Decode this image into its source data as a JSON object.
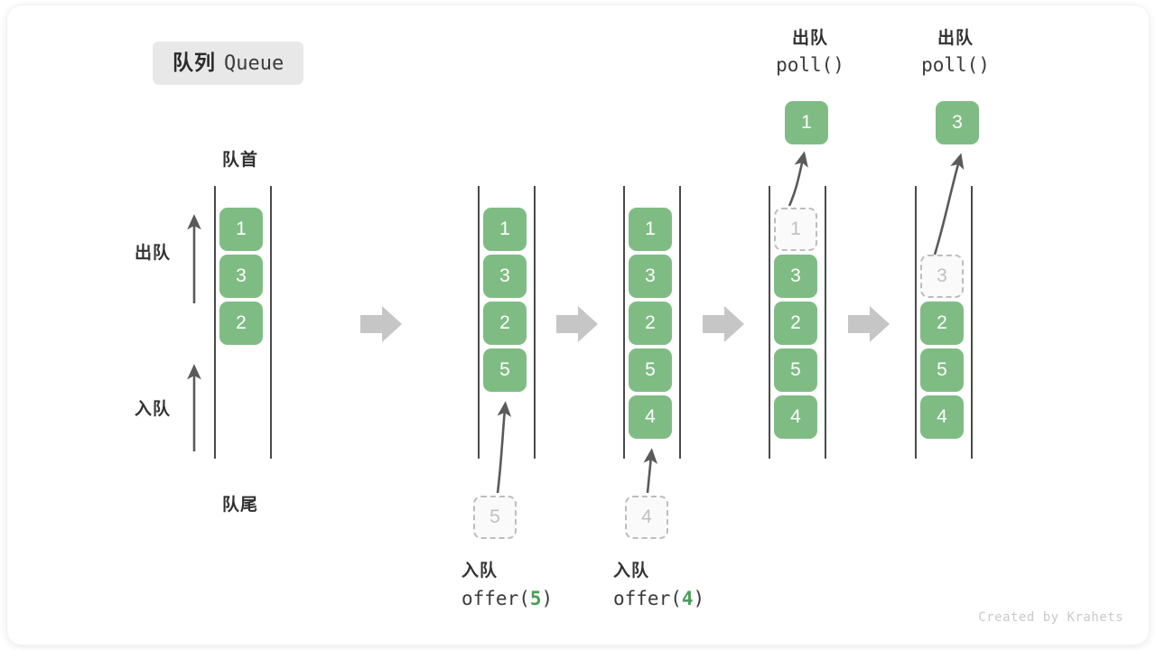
{
  "title": {
    "cn": "队列",
    "en": "Queue"
  },
  "axis": {
    "head_label": "队首",
    "tail_label": "队尾",
    "dequeue_label": "出队",
    "enqueue_label": "入队"
  },
  "watermark": "Created by Krahets",
  "colors": {
    "item_fill": "#7fbc84",
    "item_text": "#ffffff",
    "ghost_fill": "#fafafa",
    "ghost_border": "#bdbdbd",
    "ghost_text": "#c0c0c0",
    "rail": "#4a4a4a",
    "arrow": "#5a5a5a",
    "step_arrow": "#c6c6c6",
    "chip_bg": "#e8e8e8",
    "code_number": "#4a9d5b"
  },
  "operations": {
    "offer_5": {
      "cn": "入队",
      "code_prefix": "offer(",
      "code_value": "5",
      "code_suffix": ")"
    },
    "offer_4": {
      "cn": "入队",
      "code_prefix": "offer(",
      "code_value": "4",
      "code_suffix": ")"
    },
    "poll_1": {
      "cn": "出队",
      "code": "poll()",
      "result": "1"
    },
    "poll_2": {
      "cn": "出队",
      "code": "poll()",
      "result": "3"
    }
  },
  "columns": [
    {
      "name": "initial-queue",
      "items": [
        {
          "value": "1",
          "state": "filled"
        },
        {
          "value": "3",
          "state": "filled"
        },
        {
          "value": "2",
          "state": "filled"
        }
      ]
    },
    {
      "name": "after-offer-5",
      "items": [
        {
          "value": "1",
          "state": "filled"
        },
        {
          "value": "3",
          "state": "filled"
        },
        {
          "value": "2",
          "state": "filled"
        },
        {
          "value": "5",
          "state": "filled"
        }
      ],
      "incoming": {
        "value": "5",
        "state": "ghost"
      }
    },
    {
      "name": "after-offer-4",
      "items": [
        {
          "value": "1",
          "state": "filled"
        },
        {
          "value": "3",
          "state": "filled"
        },
        {
          "value": "2",
          "state": "filled"
        },
        {
          "value": "5",
          "state": "filled"
        },
        {
          "value": "4",
          "state": "filled"
        }
      ],
      "incoming": {
        "value": "4",
        "state": "ghost"
      }
    },
    {
      "name": "after-poll-1",
      "items": [
        {
          "value": "1",
          "state": "ghost"
        },
        {
          "value": "3",
          "state": "filled"
        },
        {
          "value": "2",
          "state": "filled"
        },
        {
          "value": "5",
          "state": "filled"
        },
        {
          "value": "4",
          "state": "filled"
        }
      ],
      "outgoing": {
        "value": "1",
        "state": "filled"
      }
    },
    {
      "name": "after-poll-3",
      "items": [
        {
          "value": "3",
          "state": "ghost"
        },
        {
          "value": "2",
          "state": "filled"
        },
        {
          "value": "5",
          "state": "filled"
        },
        {
          "value": "4",
          "state": "filled"
        }
      ],
      "outgoing": {
        "value": "3",
        "state": "filled"
      }
    }
  ]
}
